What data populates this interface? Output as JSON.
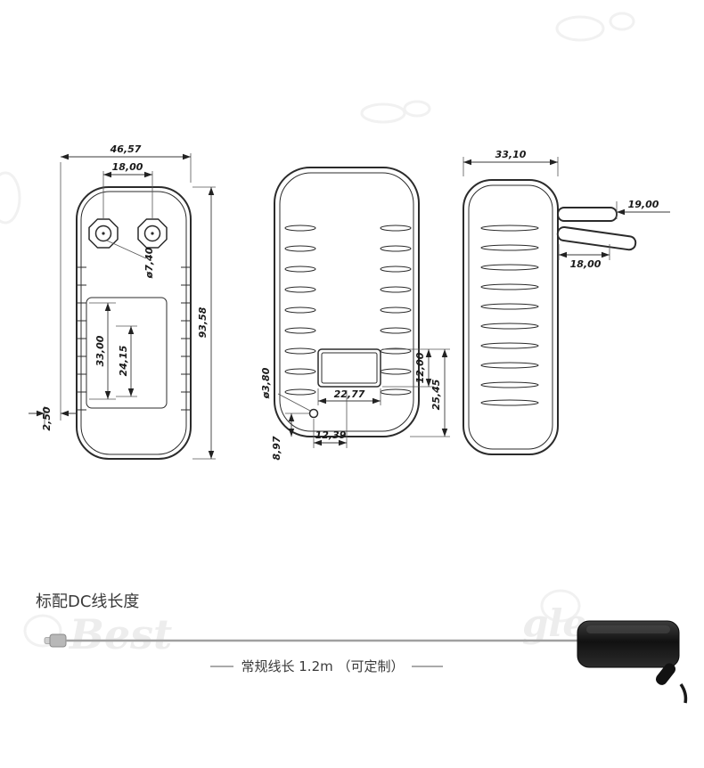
{
  "drawing": {
    "front_view": {
      "dim_overall_width": "46,57",
      "dim_pin_pitch": "18,00",
      "dim_overall_height": "93,58",
      "dim_pin_hole_diameter": "ø7,40",
      "dim_label_height": "33,00",
      "dim_label_inner_height": "24,15",
      "dim_bottom_offset": "2,50"
    },
    "back_view": {
      "dim_hole_diameter": "ø3,80",
      "dim_label_width": "22,77",
      "dim_label_height": "12,00",
      "dim_label_to_bottom": "25,45",
      "dim_hole_offset_x": "12,39",
      "dim_hole_offset_y": "8,97"
    },
    "side_view": {
      "dim_depth": "33,10",
      "dim_pin_length": "19,00",
      "dim_pin_clearance": "18,00"
    }
  },
  "cable_section": {
    "heading": "标配DC线长度",
    "length_note": "常规线长 1.2m （可定制）"
  },
  "watermarks": {
    "left": "Best",
    "right": "gle"
  },
  "colors": {
    "outline": "#2b2b2b",
    "dimension": "#3a3a3a",
    "cable": "#a0a0a0",
    "connector_dark": "#141414",
    "text": "#333333"
  }
}
